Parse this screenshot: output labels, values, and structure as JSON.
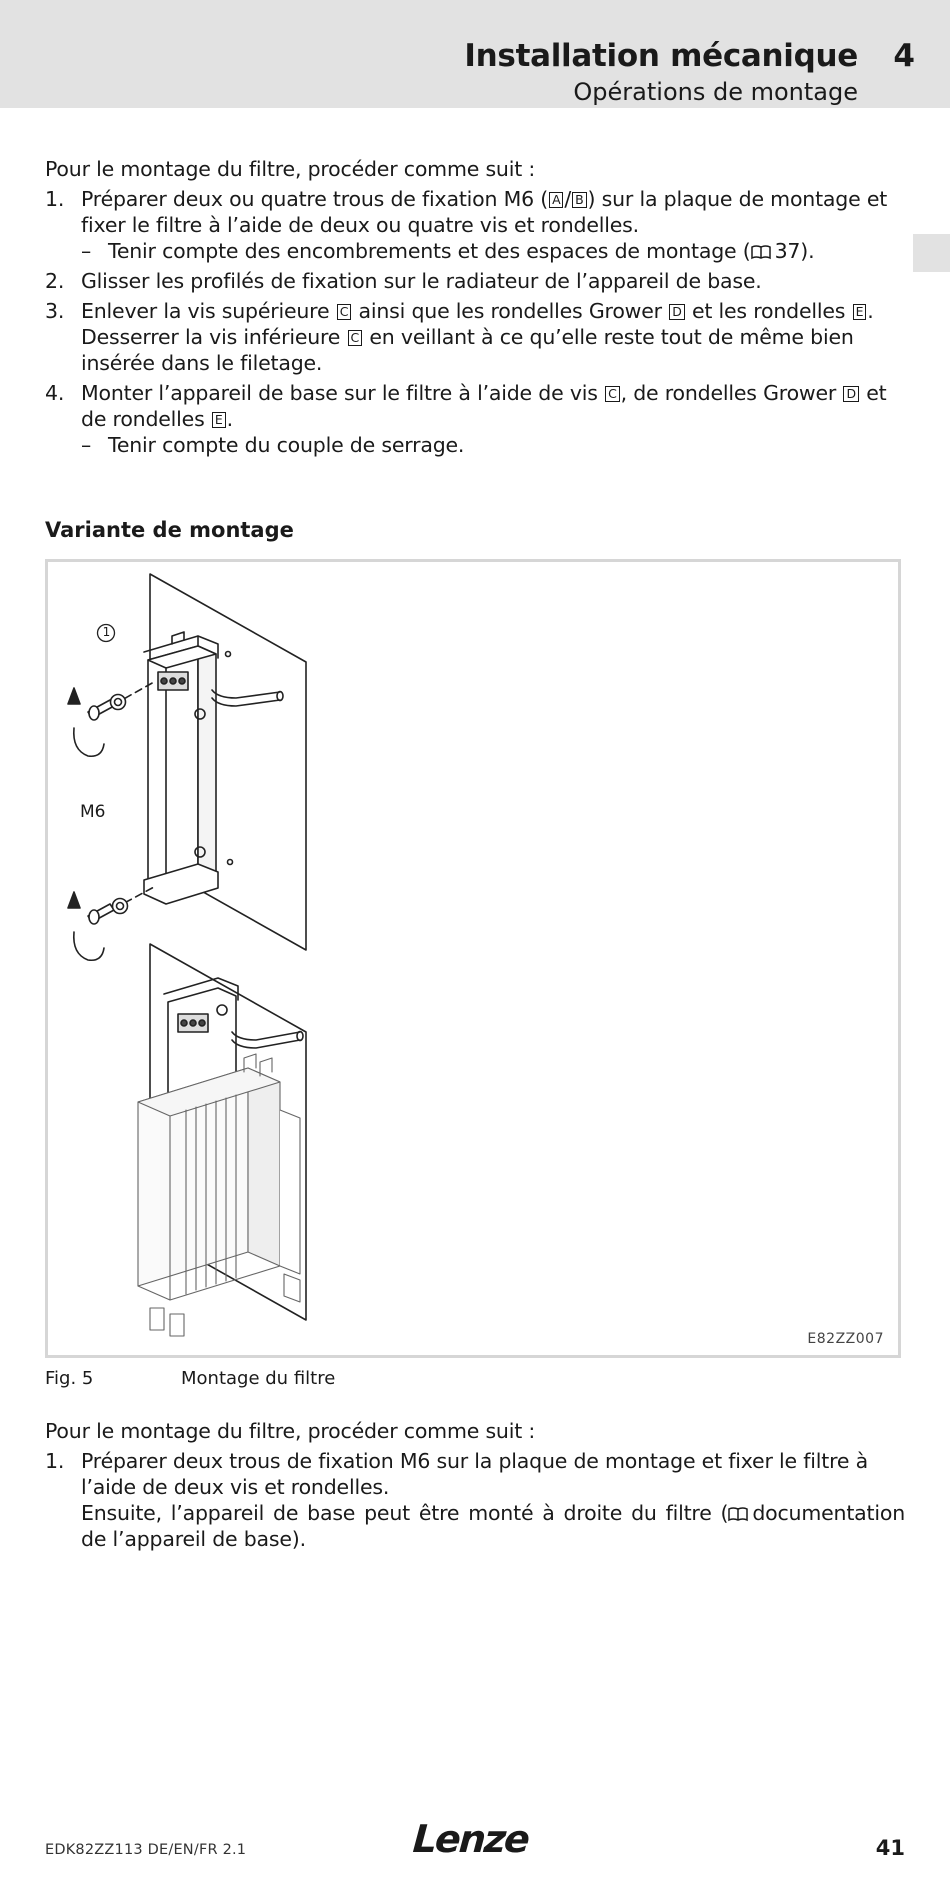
{
  "header": {
    "chapter_title": "Installation mécanique",
    "chapter_number": "4",
    "section_title": "Opérations de montage"
  },
  "instructions_1": {
    "intro": "Pour le montage du filtre, procéder comme suit :",
    "step1": {
      "number": "1.",
      "text_a": "Préparer deux ou quatre trous de fixation M6 (",
      "key_a": "A",
      "slash": "/",
      "key_b": "B",
      "text_b": ") sur la plaque de montage et fixer le filtre à l’aide de deux ou quatre vis et rondelles.",
      "sub_dash": "–",
      "sub_text": "Tenir compte des encombrements et des espaces de montage (",
      "sub_ref": "37)."
    },
    "step2": {
      "number": "2.",
      "text": "Glisser les profilés de fixation sur le radiateur de l’appareil de base."
    },
    "step3": {
      "number": "3.",
      "text_a": "Enlever la vis supérieure ",
      "key_c": "C",
      "text_b": " ainsi que les rondelles Grower ",
      "key_d": "D",
      "text_c": " et les rondelles ",
      "key_e": "E",
      "text_d": ".",
      "text_e": "Desserrer la vis inférieure ",
      "key_c2": "C",
      "text_f": " en veillant à ce qu’elle reste tout de même bien insérée dans le filetage."
    },
    "step4": {
      "number": "4.",
      "text_a": "Monter l’appareil de base sur le filtre à l’aide de vis ",
      "key_c": "C",
      "text_b": ", de rondelles Grower ",
      "key_d": "D",
      "text_c": " et de rondelles ",
      "key_e": "E",
      "text_d": ".",
      "sub_dash": "–",
      "sub_text": "Tenir compte du couple de serrage."
    }
  },
  "variant": {
    "heading": "Variante de montage"
  },
  "figure": {
    "callout": "1",
    "screw_label": "M6",
    "code": "E82ZZ007",
    "caption_number": "Fig. 5",
    "caption_text": "Montage du filtre"
  },
  "instructions_2": {
    "intro": "Pour le montage du filtre, procéder comme suit :",
    "step1": {
      "number": "1.",
      "text": "Préparer deux trous de fixation M6 sur la plaque de montage et fixer le filtre à l’aide de deux vis et rondelles.",
      "follow_a": "Ensuite, l’appareil de base peut être monté à droite du filtre (",
      "follow_b": "documentation de l’appareil de base)."
    }
  },
  "footer": {
    "doc_id": "EDK82ZZ113  DE/EN/FR  2.1",
    "logo": "Lenze",
    "page_number": "41"
  }
}
